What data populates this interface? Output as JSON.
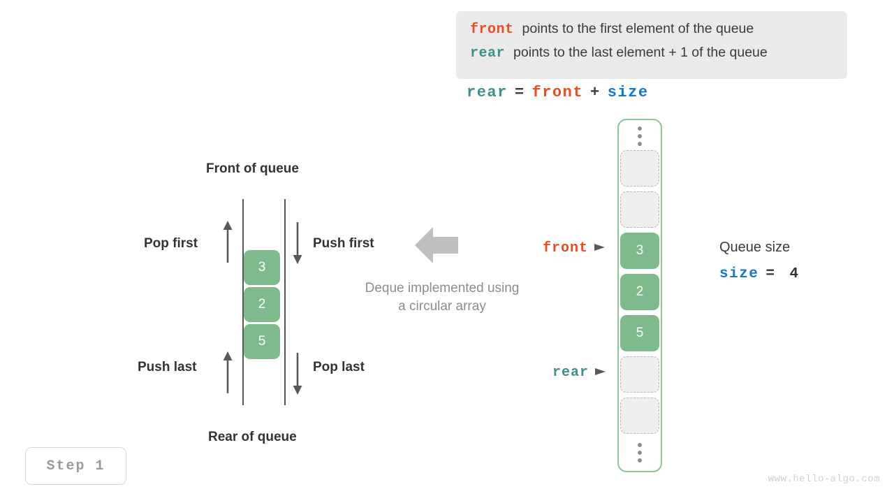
{
  "legend": {
    "lines": [
      {
        "keyword": "front",
        "keyword_color": "#ec4a1f",
        "text": "points to the first element of the queue"
      },
      {
        "keyword": "rear",
        "keyword_color": "#3a9188",
        "text": "points to the last element + 1 of the queue"
      }
    ]
  },
  "formula": {
    "lhs": "rear",
    "eq": "=",
    "rhs1": "front",
    "plus": "+",
    "rhs2": "size"
  },
  "deque": {
    "front_label": "Front of queue",
    "rear_label": "Rear of queue",
    "operations": {
      "pop_first": "Pop first",
      "push_first": "Push first",
      "push_last": "Push last",
      "pop_last": "Pop last"
    },
    "cells": [
      "3",
      "2",
      "5"
    ],
    "hint_line1": "Deque implemented using",
    "hint_line2": "a circular array"
  },
  "array": {
    "slots": [
      {
        "kind": "ellipsis",
        "value": ""
      },
      {
        "kind": "empty",
        "value": ""
      },
      {
        "kind": "empty",
        "value": ""
      },
      {
        "kind": "filled",
        "value": "3"
      },
      {
        "kind": "filled",
        "value": "2"
      },
      {
        "kind": "filled",
        "value": "5"
      },
      {
        "kind": "empty",
        "value": ""
      },
      {
        "kind": "empty",
        "value": ""
      },
      {
        "kind": "ellipsis",
        "value": ""
      }
    ],
    "pointers": {
      "front": "front",
      "rear": "rear"
    }
  },
  "queue_size": {
    "title": "Queue size",
    "var": "size",
    "eq": "=",
    "value": "4"
  },
  "step": {
    "label": "Step 1"
  },
  "watermark": {
    "text": "www.hello-algo.com"
  },
  "colors": {
    "front": "#ec4a1f",
    "rear": "#3a9188",
    "size": "#1479c4",
    "cell_green": "#7fba8c",
    "container_border": "#8cc497",
    "legend_bg": "#eaeaea"
  }
}
